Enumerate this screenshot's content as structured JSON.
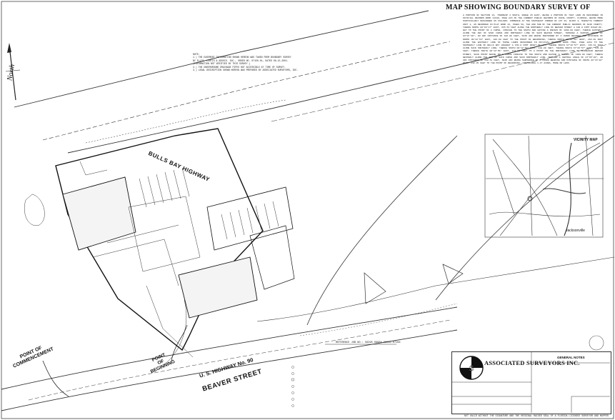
{
  "title": "MAP SHOWING BOUNDARY SURVEY OF",
  "north_label": "North",
  "streets": {
    "bulls_bay": "BULLS BAY HIGHWAY",
    "us_highway": "U. S. HIGHWAY No. 90",
    "beaver": "BEAVER STREET"
  },
  "labels": {
    "point_of_commencement": [
      "POINT OF",
      "COMMENCEMENT"
    ],
    "point_of_beginning": [
      "POINT",
      "OF",
      "BEGINNING"
    ],
    "vicinity_map": "VICINITY MAP",
    "jacksonville": "Jacksonville",
    "reference_job": "REFERENCE JOB NO.: 56395 09964 06035 07156",
    "company_name": "ASSOCIATED SURVEYORS INC.",
    "general_notes": "GENERAL NOTES",
    "footer": "NOT VALID WITHOUT THE SIGNATURE AND THE ORIGINAL RAISED SEAL OF A FLORIDA LICENSED SURVEYOR AND MAPPER"
  },
  "notes_text": "NOTE:\n1.) THE EASEMENT INFORMATION SHOWN HEREON WAS TAKEN FROM BOUNDARY SURVEY\n    BY ELLIS, CURTIS & ASSOCS. INC., ORDER NO. 07150-01, DATED 06-15-2001.\n    (INFORMATION NOT VERIFIED BY THIS SURVEY.)\n2.) THE UNDERGROUND DRAINAGE PIPES NOT ACCESSIBLE AT TIME OF SURVEY.\n3.) LEGAL DESCRIPTION SHOWN HEREON WAS PREPARED BY ASSOCIATED SURVEYORS, INC.",
  "description_text": "A PORTION OF SECTION 13, TOWNSHIP 2 SOUTH, RANGE 25 EAST, BEING A PORTION OF THAT LAND AS DESCRIBED IN OFFICIAL RECORDS BOOK 11630, PAGE 215 OF THE CURRENT PUBLIC RECORDS OF DUVAL COUNTY, FLORIDA, BEING MORE PARTICULARLY DESCRIBED AS FOLLOWS: COMMENCE AT THE SOUTHEAST CORNER OF LOT 26, BLOCK 3, MARIETTA FORREST UNIT 1, AS RECORDED IN PLAT BOOK 16, PAGES 50, 50A AND 50B OF THE CURRENT PUBLIC RECORDS OF SAID COUNTY; THENCE NORTH 89°03'17\" EAST, 665.53 FEET ALONG THE NORTHERLY LINE OF BEAVER STREET A 100.0 FOOT RIGHT-OF-WAY TO THE POINT OF A CURVE, CONCAVE TO THE SOUTH AND HAVING A RADIUS OF 1960.08 FEET; THENCE EASTERLY ALONG THE ARC OF SAID CURVE AND NORTHERLY LINE OF SAID BEAVER STREET, THROUGH A CENTRAL ANGLE OF 03°07'40\", AN ARC DISTANCE OF 106.99 FEET, SAID ARC BEING SUBTENDED BY A CHORD BEARING AND DISTANCE OF NORTH 89°22'54\" EAST, 106.98 FEET TO THE POINT OF BEGINNING; THENCE NORTH 00°12'56\" WEST, 293.49 FEET ALONG THE EASTERLY LINE OF THOSE LANDS DESCRIBED IN OFFICIAL RECORDS BOOK 7598, PAGE 1264 TO THE SOUTHERLY LINE OF BULLS BAY HIGHWAY A 150.0 FOOT RIGHT-OF-WAY; THENCE SOUTH 67°26'57\" EAST, 136.62 FEET ALONG SAID SOUTHERLY LINE; THENCE SOUTH 00°12'56\" EAST, 110.00 FEET; THENCE SOUTH 67°26'57\" EAST, 131.40 FEET; THENCE SOUTH 00°12'56\" EAST, 174.63 FEET TO A POINT ON THE NORTHERLY LINE OF AFORESAID BEAVER STREET, SAID POINT BEING ON A CURVE CONCAVE TO THE SOUTH AND HAVING A RADIUS OF 1960.08 FEET; THENCE WESTERLY ALONG THE ARC OF SAID CURVE AND SAID NORTHERLY LINE, THROUGH A CENTRAL ANGLE OF 07°05'20\", AN ARC DISTANCE OF 242.51 FEET, SAID ARC BEING SUBTENDED BY A CHORD BEARING AND DISTANCE OF SOUTH 86°16'28\" WEST, 242.35 FEET TO THE POINT OF BEGINNING. CONTAINING 1.47 ACRES, MORE OR LESS."
}
